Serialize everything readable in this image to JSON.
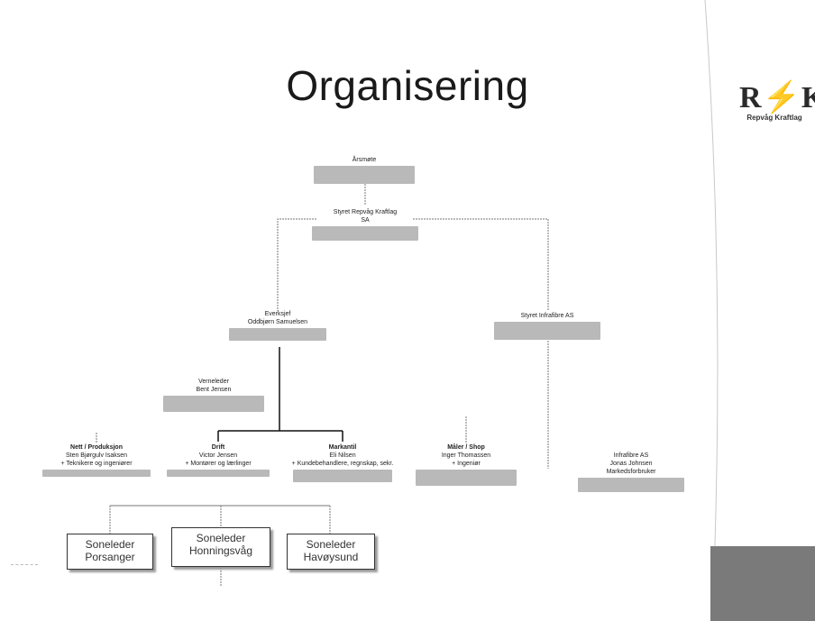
{
  "title": "Organisering",
  "logo": {
    "mark": "R⚡K",
    "subtitle": "Repvåg Kraftlag"
  },
  "nodes": {
    "arsmote": {
      "line1": "Årsmøte",
      "line2": ""
    },
    "styret": {
      "line1": "Styret Repvåg Kraftlag",
      "line2": "SA"
    },
    "everksjef": {
      "line1": "Everksjef",
      "line2": "Oddbjørn Samuelsen"
    },
    "styret_infrafibre": {
      "line1": "Styret Infrafibre AS",
      "line2": ""
    },
    "verneleder": {
      "line1": "Verneleder",
      "line2": "Bent Jensen"
    },
    "nett": {
      "line1": "Nett / Produksjon",
      "line2": "Sten Bjørgulv Isaksen",
      "line3": "+ Teknikere og ingeniører"
    },
    "drift": {
      "line1": "Drift",
      "line2": "Victor Jensen",
      "line3": "+ Montører og lærlinger"
    },
    "marked": {
      "line1": "Markantil",
      "line2": "Eli Nilsen",
      "line3": "+ Kundebehandlere, regnskap, sekr."
    },
    "maler": {
      "line1": "Måler / Shop",
      "line2": "Inger Thomassen",
      "line3": "+ Ingeniør"
    },
    "infrafibre": {
      "line1": "Infrafibre AS",
      "line2": "Jonas Johnsen",
      "line3": "Markedsforbruker"
    }
  },
  "sone": [
    {
      "line1": "Soneleder",
      "line2": "Porsanger"
    },
    {
      "line1": "Soneleder",
      "line2": "Honningsvåg"
    },
    {
      "line1": "Soneleder",
      "line2": "Havøysund"
    }
  ]
}
